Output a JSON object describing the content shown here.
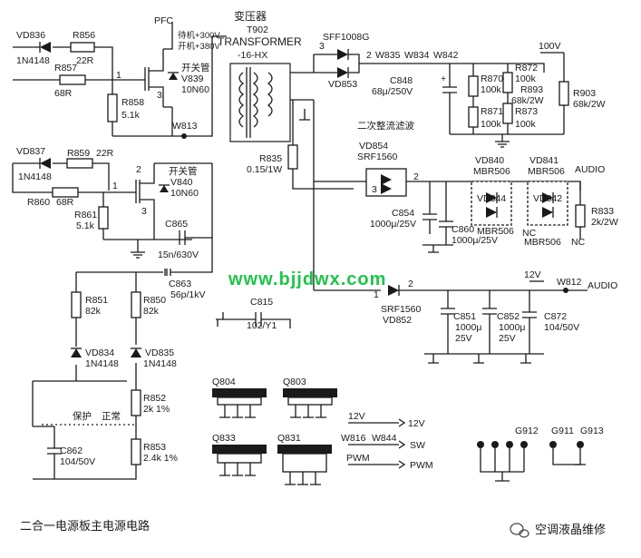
{
  "colors": {
    "line": "#1a1a1a",
    "site": "#22c24a",
    "background": "#ffffff"
  },
  "site_watermark": "www.bjjdwx.com",
  "title_bottom": "二合一电源板主电源电路",
  "brand": "空调液晶维修",
  "icons": {
    "brand": "wechat-bubble-icon"
  },
  "transformer": {
    "cn": "变压器",
    "ref": "T902",
    "en": "TRANSFORMER",
    "type": "-16-HX"
  },
  "labels": {
    "pfc": "PFC",
    "standby_v": "待机+300V",
    "on_v": "开机+380V",
    "switch1": "开关管",
    "switch2": "开关管",
    "secondary_filter": "二次整流滤波",
    "rail_100v": "100V",
    "rail_12v": "12V",
    "audio1": "AUDIO",
    "audio2": "AUDIO",
    "protect": "保护",
    "normal": "正常",
    "pin3": "3",
    "pin2a": "2",
    "pin2b": "2",
    "pin2c": "2",
    "pin1a": "1",
    "pin1b": "1",
    "pin3b": "3",
    "pin1c": "1",
    "pin2d": "2",
    "pin3c": "3",
    "pin3d": "3",
    "pin2e": "2",
    "pin2f": "2",
    "pin1d": "1"
  },
  "components": {
    "vd836": "VD836",
    "vd836_t": "1N4148",
    "r856": "R856",
    "r856_v": "22R",
    "r857": "R857",
    "r857_v": "68R",
    "r858": "R858",
    "r858_v": "5.1k",
    "v839": "V839",
    "v839_t": "10N60",
    "w813": "W813",
    "vd837": "VD837",
    "vd837_t": "1N4148",
    "r859": "R859",
    "r859_v": "22R",
    "r860": "R860",
    "r860_v": "68R",
    "r861": "R861",
    "r861_v": "5.1k",
    "v840": "V840",
    "v840_t": "10N60",
    "c865": "C865",
    "c865_v": "15n/630V",
    "c863": "C863",
    "c863_v": "56p/1kV",
    "c815": "C815",
    "c815_v": "102/Y1",
    "r835": "R835",
    "r835_v": "0.15/1W",
    "sff": "SFF1008G",
    "vd853": "VD853",
    "w835": "W835",
    "w834": "W834",
    "w842": "W842",
    "c848": "C848",
    "c848_v": "68μ/250V",
    "r870": "R870",
    "r870_v": "100k",
    "r871": "R871",
    "r871_v": "100k",
    "r872": "R872",
    "r872_v": "100k",
    "r873": "R873",
    "r873_v": "100k",
    "r893": "R893",
    "r893_v": "68k/2W",
    "r903": "R903",
    "r903_v": "68k/2W",
    "vd854": "VD854",
    "vd854_t": "SRF1560",
    "vd840": "VD840",
    "vd840_t": "MBR506",
    "vd841": "VD841",
    "vd841_t": "MBR506",
    "vd844": "VD844",
    "vd844_t": "MBR506",
    "vd842": "VD842",
    "vd842_t": "MBR506",
    "nc1": "NC",
    "nc2": "NC",
    "c854": "C854",
    "c854_v": "1000μ/25V",
    "c860": "C860",
    "c860_v": "1000μ/25V",
    "r833": "R833",
    "r833_v": "2k/2W",
    "vd852_t": "SRF1560",
    "vd852": "VD852",
    "w812": "W812",
    "c851": "C851",
    "c851_v": "1000μ",
    "c851_v2": "25V",
    "c852": "C852",
    "c852_v": "1000μ",
    "c852_v2": "25V",
    "c872": "C872",
    "c872_v": "104/50V",
    "r851": "R851",
    "r851_v": "82k",
    "r850": "R850",
    "r850_v": "82k",
    "vd834": "VD834",
    "vd834_t": "1N4148",
    "vd835": "VD835",
    "vd835_t": "1N4148",
    "r852": "R852",
    "r852_v": "2k 1%",
    "r853": "R853",
    "r853_v": "2.4k 1%",
    "c862": "C862",
    "c862_v": "104/50V"
  },
  "transistors": {
    "q804": "Q804",
    "q803": "Q803",
    "q833": "Q833",
    "q831": "Q831"
  },
  "signals": {
    "s12v_l": "12V",
    "s12v_r": "12V",
    "w816": "W816",
    "w844": "W844",
    "sw": "SW",
    "pwm_l": "PWM",
    "pwm_r": "PWM"
  },
  "connectors": {
    "g912": "G912",
    "g911": "G911",
    "g913": "G913"
  }
}
